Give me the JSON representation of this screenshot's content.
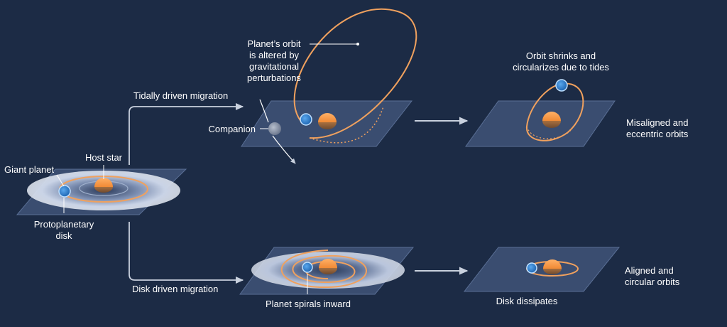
{
  "labels": {
    "giant_planet": "Giant planet",
    "host_star": "Host star",
    "protoplanetary_disk": [
      "Protoplanetary",
      "disk"
    ],
    "tidal_migration": "Tidally driven migration",
    "disk_migration": "Disk driven migration",
    "orbit_altered": [
      "Planet’s orbit",
      "is altered by",
      "gravitational",
      "perturbations"
    ],
    "companion": "Companion",
    "orbit_shrinks": [
      "Orbit shrinks and",
      "circularizes due to tides"
    ],
    "misaligned": [
      "Misaligned and",
      "eccentric orbits"
    ],
    "spirals_inward": "Planet spirals inward",
    "disk_dissipates": "Disk dissipates",
    "aligned": [
      "Aligned and",
      "circular orbits"
    ]
  },
  "colors": {
    "background": "#1c2b45",
    "plane_fill": "#3a4d70",
    "plane_stroke": "#5a6f95",
    "orbit": "#f0a15e",
    "star": "#f29a45",
    "star_shade": "#8a5a3a",
    "planet": "#2f7fd0",
    "companion": "#8f99ad",
    "arrow": "#c9d1de",
    "text": "#ffffff"
  },
  "icons": {
    "host_star": "star-sphere-icon",
    "planet": "planet-icon",
    "companion": "companion-body-icon",
    "arrow": "arrow-right-icon"
  }
}
